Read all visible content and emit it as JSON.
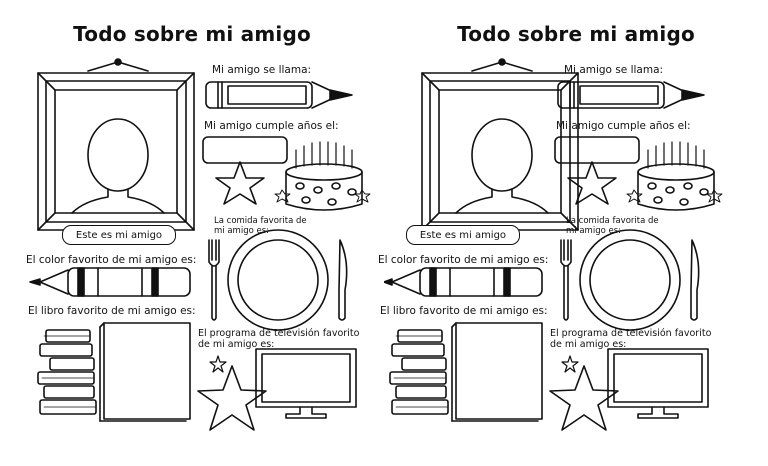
{
  "worksheets": [
    {
      "title": "Todo sobre mi amigo",
      "name_label": "Mi amigo se llama:",
      "birthday_label": "Mi amigo cumple años el:",
      "photo_caption": "Este es mi amigo",
      "food_label": "La comida favorita de mi amigo es:",
      "color_label": "El color favorito de mi amigo es:",
      "book_label": "El libro favorito de mi amigo es:",
      "tv_label": "El programa de televisión favorito de mi amigo es:"
    },
    {
      "title": "Todo sobre mi amigo",
      "name_label": "Mi amigo se llama:",
      "birthday_label": "Mi amigo cumple años el:",
      "photo_caption": "Este es mi amigo",
      "food_label": "La comida favorita de mi amigo es:",
      "color_label": "El color favorito de mi amigo es:",
      "book_label": "El libro favorito de mi amigo es:",
      "tv_label": "El programa de televisión favorito de mi amigo es:"
    }
  ],
  "icons": [
    "picture-frame-icon",
    "pencil-icon",
    "birthday-cake-icon",
    "star-icon",
    "fork-icon",
    "plate-icon",
    "knife-icon",
    "crayon-icon",
    "books-stack-icon",
    "book-icon",
    "television-icon"
  ]
}
